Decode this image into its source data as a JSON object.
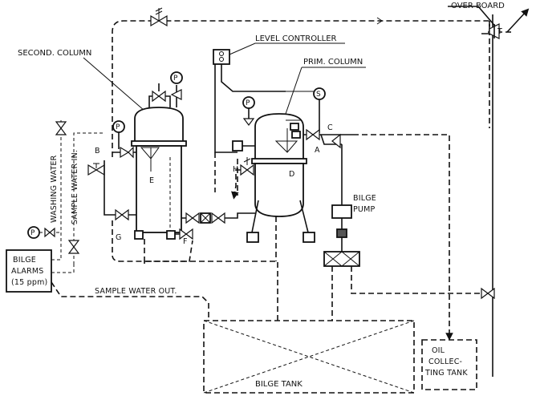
{
  "labels": {
    "over_board": "OVER BOARD",
    "level_controller": "LEVEL CONTROLLER",
    "second_column": "SECOND. COLUMN",
    "prim_column": "PRIM. COLUMN",
    "washing_water": "WASHING WATER",
    "sample_water_in": "SAMPLE WATER IN.",
    "bilge_alarms_line1": "BILGE",
    "bilge_alarms_line2": "ALARMS",
    "bilge_alarms_line3": "(15 ppm)",
    "sample_water_out": "SAMPLE WATER OUT.",
    "bilge_pump_line1": "BILGE",
    "bilge_pump_line2": "PUMP",
    "bilge_tank": "BILGE   TANK",
    "oil_tank_line1": "OIL",
    "oil_tank_line2": "COLLEC-",
    "oil_tank_line3": "TING TANK"
  },
  "valve_letters": {
    "a": "A",
    "b": "B",
    "c": "C",
    "d": "D",
    "e": "E",
    "f": "F",
    "g": "G",
    "h": "H",
    "t": "T"
  },
  "instruments": {
    "pressure": "P",
    "switch": "S"
  }
}
